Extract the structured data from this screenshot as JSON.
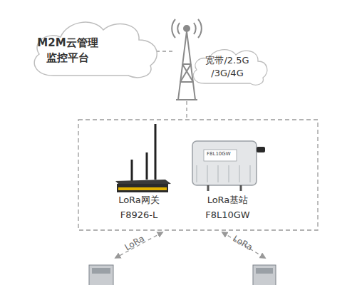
{
  "diagram": {
    "nodes": [
      {
        "text": [
          "M2M云管理 监控平台"
        ]
      },
      {
        "text": [
          "宽带/2.5G /3G/4G"
        ]
      },
      {
        "text": [
          "LoRa网关",
          "F8926-L"
        ]
      },
      {
        "text": [
          "LoRa基站",
          "F8L10GW"
        ]
      }
    ],
    "labels": [
      "F8L10GW",
      "LoRa",
      "LoRa"
    ]
  }
}
